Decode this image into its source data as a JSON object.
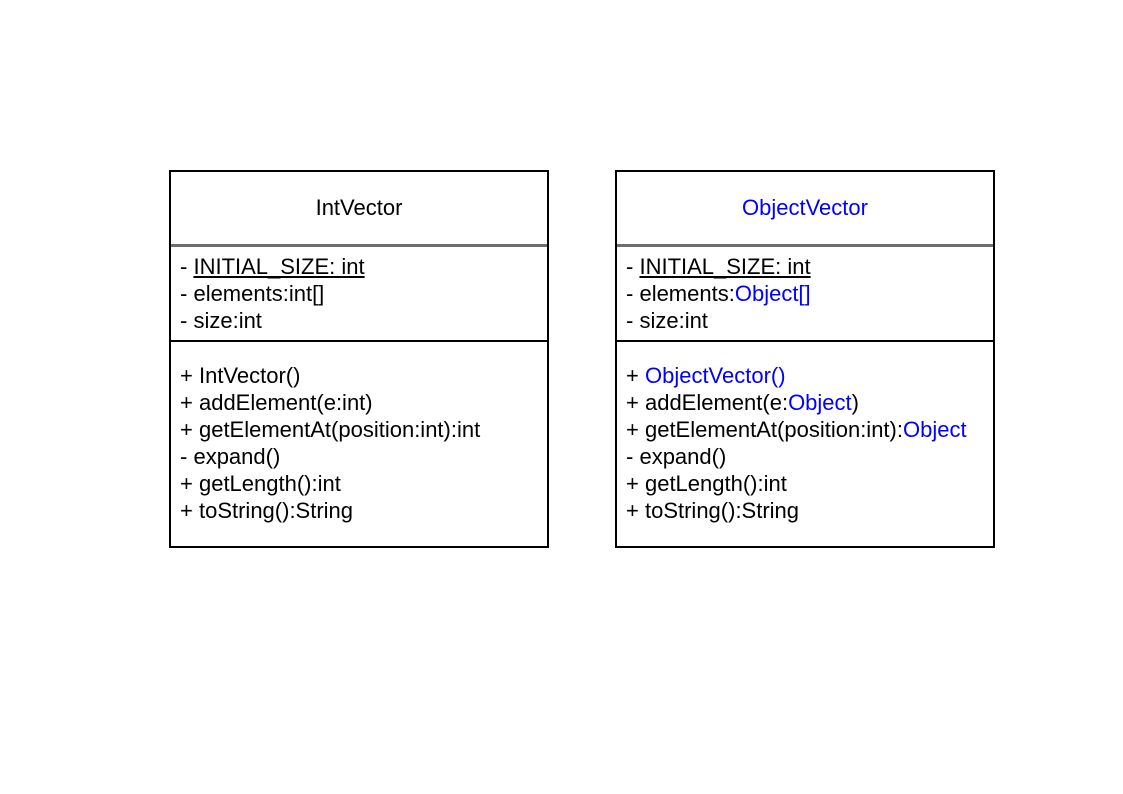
{
  "diagram": {
    "type": "uml-class-diagram",
    "background_color": "#ffffff",
    "accent_color": "#0000ff",
    "text_color": "#000000",
    "border_color": "#000000",
    "divider_color": "#6e6e6e"
  },
  "classes": [
    {
      "name": "IntVector",
      "name_accented": false,
      "attributes": [
        {
          "visibility": "-",
          "text": "INITIAL_SIZE: int",
          "static": true,
          "parts": [
            {
              "t": "INITIAL_SIZE: int",
              "accent": false
            }
          ]
        },
        {
          "visibility": "-",
          "text": "elements:int[]",
          "static": false,
          "parts": [
            {
              "t": "elements:int[]",
              "accent": false
            }
          ]
        },
        {
          "visibility": "-",
          "text": "size:int",
          "static": false,
          "parts": [
            {
              "t": "size:int",
              "accent": false
            }
          ]
        }
      ],
      "operations": [
        {
          "visibility": "+",
          "text": "IntVector()",
          "parts": [
            {
              "t": "IntVector()",
              "accent": false
            }
          ]
        },
        {
          "visibility": "+",
          "text": "addElement(e:int)",
          "parts": [
            {
              "t": "addElement(e:int)",
              "accent": false
            }
          ]
        },
        {
          "visibility": "+",
          "text": "getElementAt(position:int):int",
          "parts": [
            {
              "t": "getElementAt(position:int):int",
              "accent": false
            }
          ]
        },
        {
          "visibility": "-",
          "text": "expand()",
          "parts": [
            {
              "t": "expand()",
              "accent": false
            }
          ]
        },
        {
          "visibility": "+",
          "text": "getLength():int",
          "parts": [
            {
              "t": "getLength():int",
              "accent": false
            }
          ]
        },
        {
          "visibility": "+",
          "text": "toString():String",
          "parts": [
            {
              "t": "toString():String",
              "accent": false
            }
          ]
        }
      ]
    },
    {
      "name": "ObjectVector",
      "name_accented": true,
      "attributes": [
        {
          "visibility": "-",
          "text": "INITIAL_SIZE: int",
          "static": true,
          "parts": [
            {
              "t": "INITIAL_SIZE: int",
              "accent": false
            }
          ]
        },
        {
          "visibility": "-",
          "text": "elements:Object[]",
          "static": false,
          "parts": [
            {
              "t": "elements:",
              "accent": false
            },
            {
              "t": "Object[]",
              "accent": true
            }
          ]
        },
        {
          "visibility": "-",
          "text": "size:int",
          "static": false,
          "parts": [
            {
              "t": "size:int",
              "accent": false
            }
          ]
        }
      ],
      "operations": [
        {
          "visibility": "+",
          "text": "ObjectVector()",
          "parts": [
            {
              "t": "ObjectVector()",
              "accent": true
            }
          ]
        },
        {
          "visibility": "+",
          "text": "addElement(e:Object)",
          "parts": [
            {
              "t": "addElement(e:",
              "accent": false
            },
            {
              "t": "Object",
              "accent": true
            },
            {
              "t": ")",
              "accent": false
            }
          ]
        },
        {
          "visibility": "+",
          "text": "getElementAt(position:int):Object",
          "overflows": true,
          "parts": [
            {
              "t": "getElementAt(position:int):",
              "accent": false
            },
            {
              "t": "Object",
              "accent": true
            }
          ]
        },
        {
          "visibility": "-",
          "text": "expand()",
          "parts": [
            {
              "t": "expand()",
              "accent": false
            }
          ]
        },
        {
          "visibility": "+",
          "text": "getLength():int",
          "parts": [
            {
              "t": "getLength():int",
              "accent": false
            }
          ]
        },
        {
          "visibility": "+",
          "text": "toString():String",
          "parts": [
            {
              "t": "toString():String",
              "accent": false
            }
          ]
        }
      ]
    }
  ]
}
